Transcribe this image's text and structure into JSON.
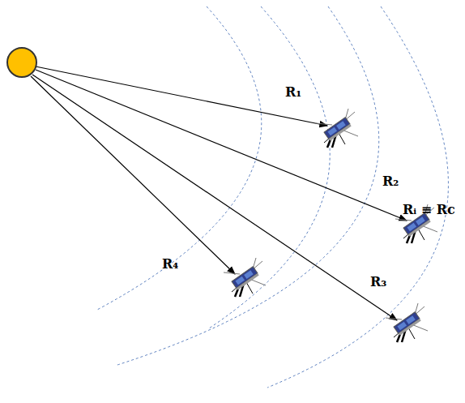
{
  "diagram": {
    "labels": [
      "R₁",
      "R₂",
      "Rᵢ ≡ Rc",
      "R₃",
      "R₄"
    ]
  }
}
